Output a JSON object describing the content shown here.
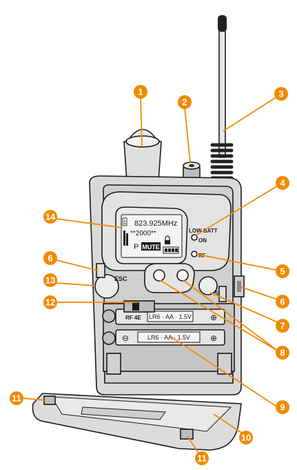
{
  "display": {
    "frequency": "823.925MHz",
    "name": "**2000**",
    "preset": "P",
    "mute": "MUTE",
    "channel": "1"
  },
  "labels": {
    "low_batt": "LOW BATT",
    "on": "ON",
    "rf": "RF",
    "esc": "ESC",
    "set": "SET",
    "battery1": "LR6 · AA · 1.5V",
    "battery2": "LR6 · AA · 1.5V",
    "battery_selector": "RF 4E",
    "minus": "⊖",
    "plus": "⊕"
  },
  "callouts": [
    "1",
    "2",
    "3",
    "4",
    "5",
    "6",
    "6",
    "7",
    "8",
    "9",
    "10",
    "11",
    "11",
    "12",
    "13",
    "14"
  ],
  "colors": {
    "callout": "#f08a00",
    "body": "#d9d9d9",
    "display": "#e8e8e8"
  }
}
